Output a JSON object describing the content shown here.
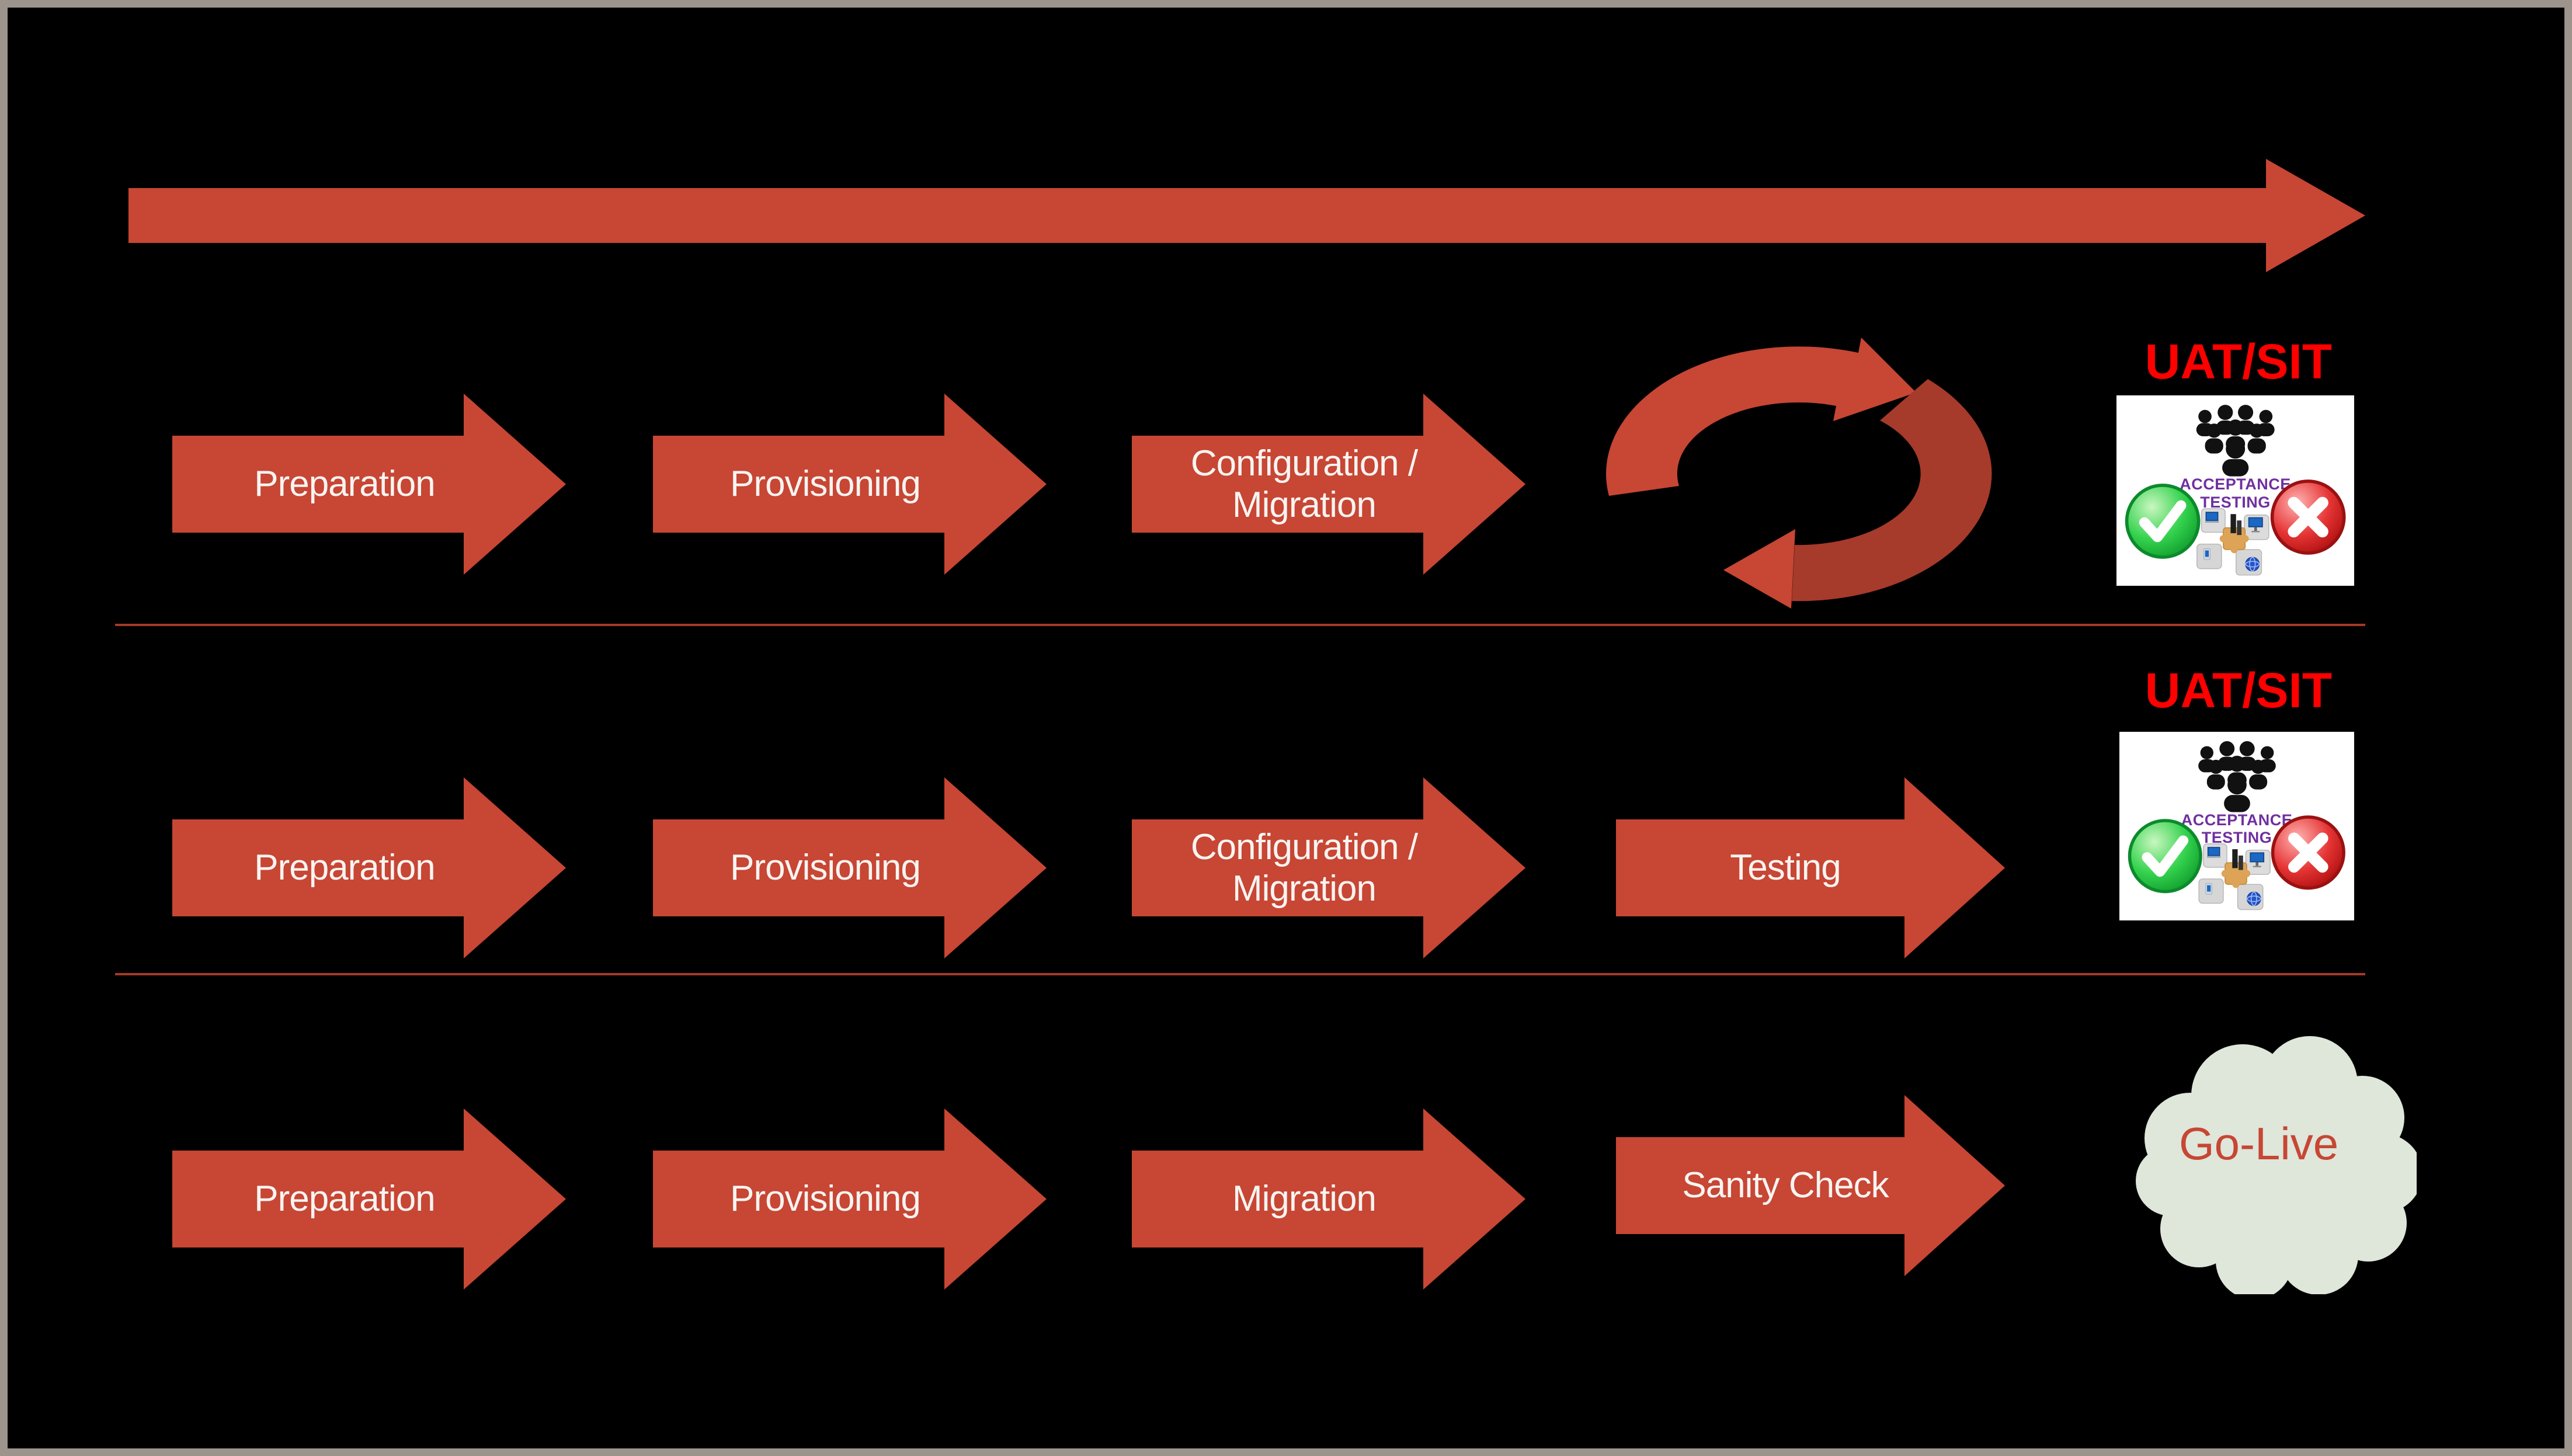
{
  "diagram": {
    "description_visible_text_only": true,
    "colors": {
      "background": "#000000",
      "frame_border": "#9c948d",
      "arrow_red": "#c74634",
      "cycle_dark_red": "#a63a2b",
      "separator_red": "#a33a28",
      "label_white": "#f7f4f1",
      "uat_red": "#ff0000",
      "purple": "#7030a0",
      "cloud_fill": "#dfe6da",
      "golive_red": "#c74634"
    },
    "icons": {
      "timeline": "long-right-arrow",
      "cycle": "circular-iteration-arrows",
      "crowd": "people-group-silhouette",
      "pass": "green-check-circle",
      "fail": "red-cross-circle",
      "puzzle": "integration-puzzle-pieces-with-devices",
      "cloud": "cloud-shape"
    }
  },
  "rows": [
    {
      "steps": [
        "Preparation",
        "Provisioning",
        "Configuration /\nMigration"
      ],
      "end_icon": "circular-iteration-arrows",
      "uat_label": "UAT/SIT"
    },
    {
      "steps": [
        "Preparation",
        "Provisioning",
        "Configuration /\nMigration",
        "Testing"
      ],
      "uat_label": "UAT/SIT"
    },
    {
      "steps": [
        "Preparation",
        "Provisioning",
        "Migration",
        "Sanity Check"
      ],
      "golive_label": "Go-Live"
    }
  ],
  "uat_card": {
    "title_line1": "ACCEPTANCE",
    "title_line2": "TESTING"
  }
}
